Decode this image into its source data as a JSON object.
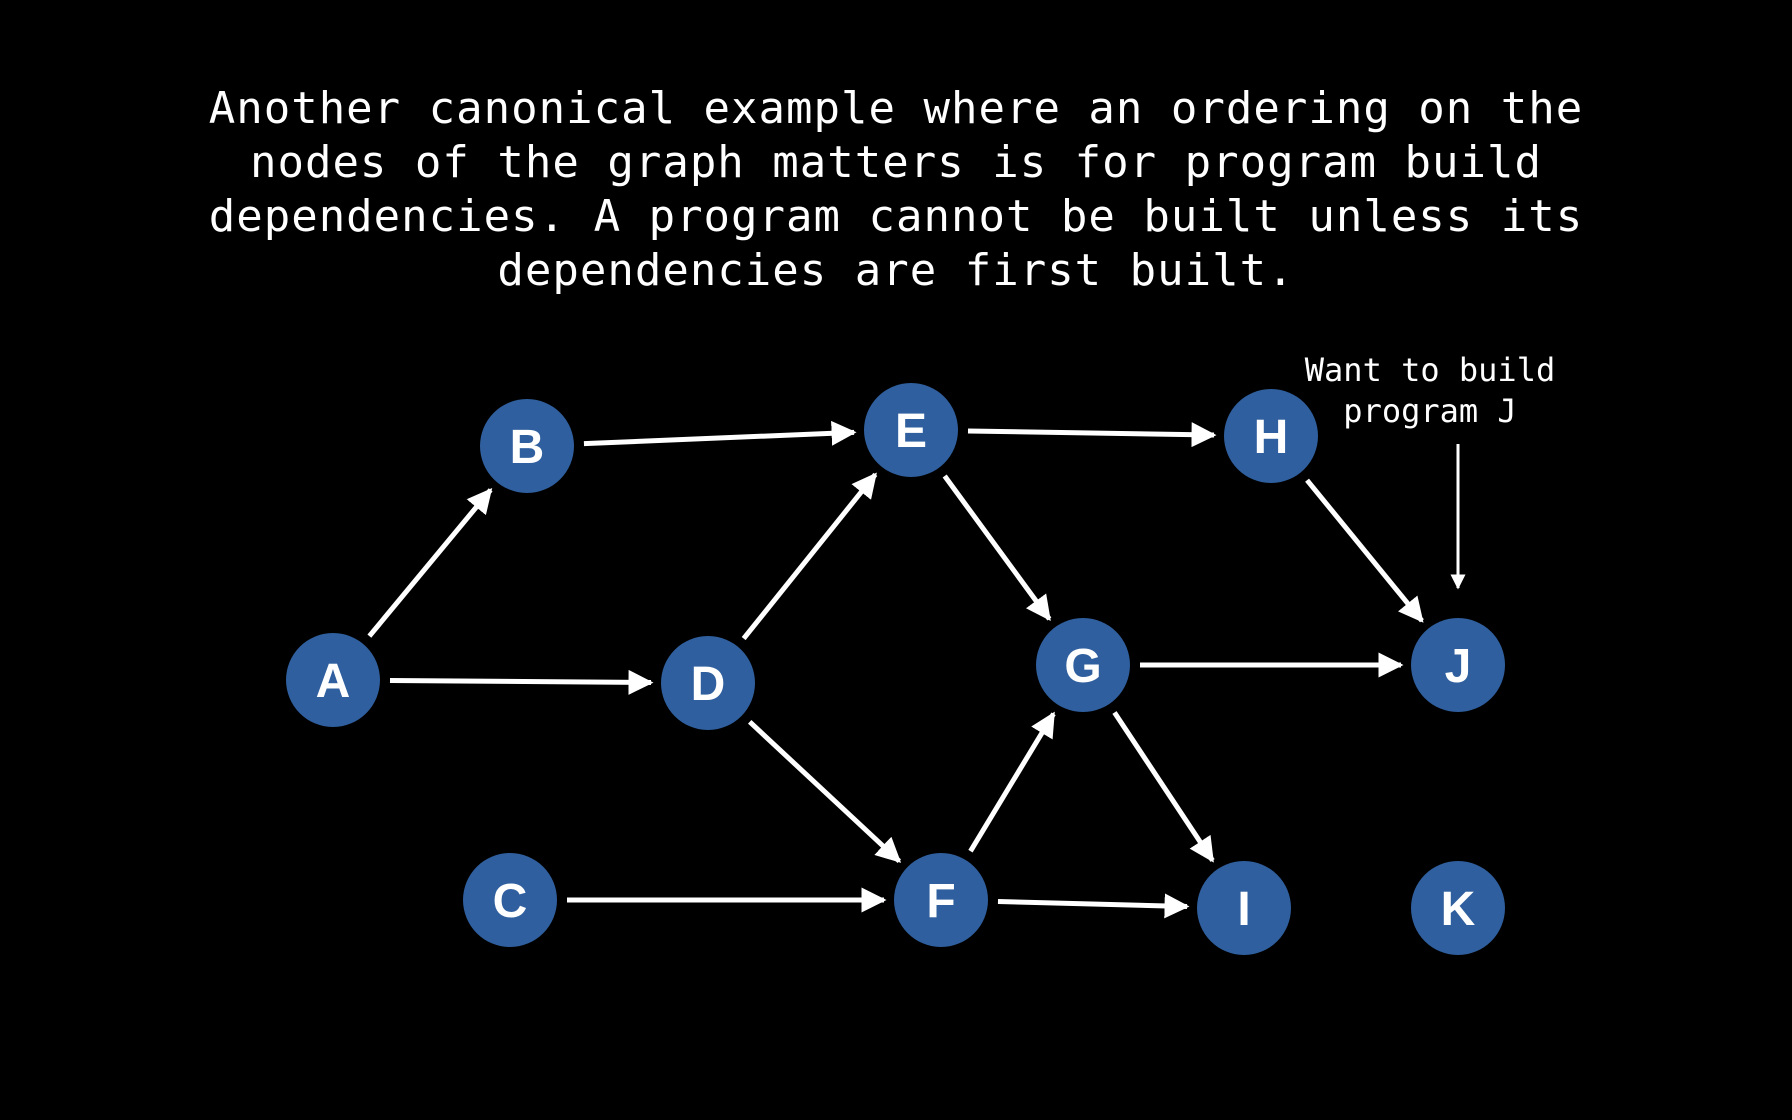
{
  "slide": {
    "title": "Another canonical example where an ordering on the nodes of the graph matters is for program build dependencies. A program cannot be built unless its dependencies are first built.",
    "annotation": "Want to build\nprogram J"
  },
  "colors": {
    "background": "#000000",
    "node_fill": "#2f5f9e",
    "edge": "#ffffff",
    "text": "#ffffff"
  },
  "graph": {
    "nodes": [
      "A",
      "B",
      "C",
      "D",
      "E",
      "F",
      "G",
      "H",
      "I",
      "J",
      "K"
    ],
    "edges": [
      [
        "A",
        "B"
      ],
      [
        "A",
        "D"
      ],
      [
        "B",
        "E"
      ],
      [
        "D",
        "E"
      ],
      [
        "D",
        "F"
      ],
      [
        "C",
        "F"
      ],
      [
        "E",
        "H"
      ],
      [
        "E",
        "G"
      ],
      [
        "F",
        "G"
      ],
      [
        "F",
        "I"
      ],
      [
        "G",
        "J"
      ],
      [
        "G",
        "I"
      ],
      [
        "H",
        "J"
      ]
    ],
    "annotation_points_to": "J"
  }
}
